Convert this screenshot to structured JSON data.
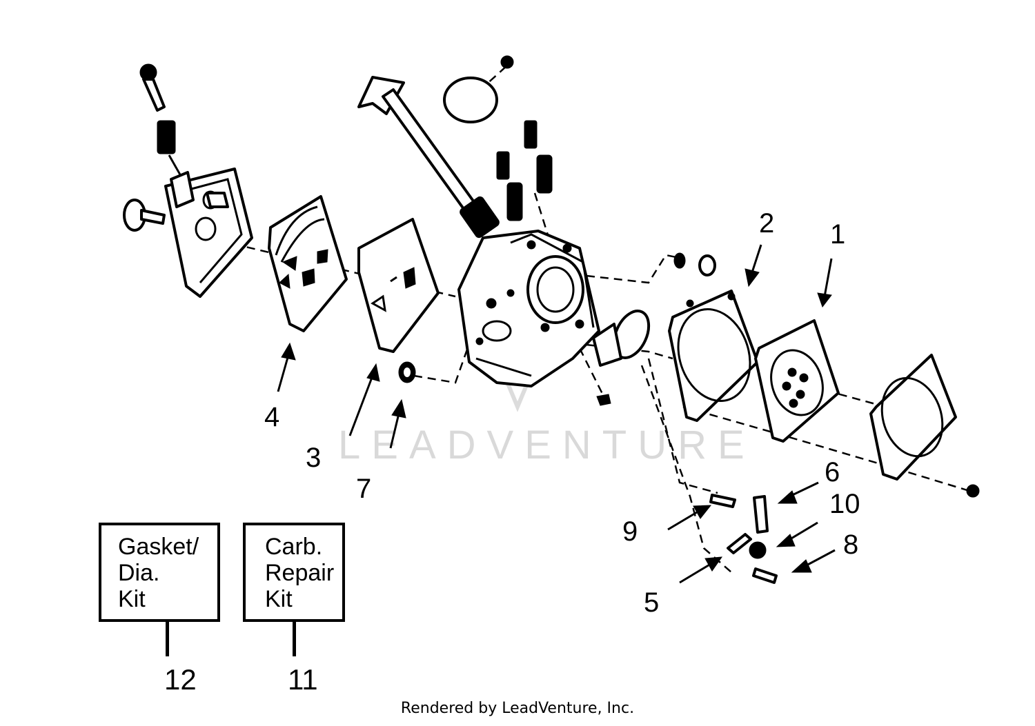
{
  "watermark": "LEADVENTURE",
  "callouts": {
    "c1": "1",
    "c2": "2",
    "c3": "3",
    "c4": "4",
    "c5": "5",
    "c6": "6",
    "c7": "7",
    "c8": "8",
    "c9": "9",
    "c10": "10"
  },
  "kits": {
    "gasket": {
      "lines": [
        "Gasket/",
        "Dia.",
        "Kit"
      ],
      "number": "12"
    },
    "repair": {
      "lines": [
        "Carb.",
        "Repair",
        "Kit"
      ],
      "number": "11"
    }
  },
  "footer": "Rendered by LeadVenture, Inc."
}
